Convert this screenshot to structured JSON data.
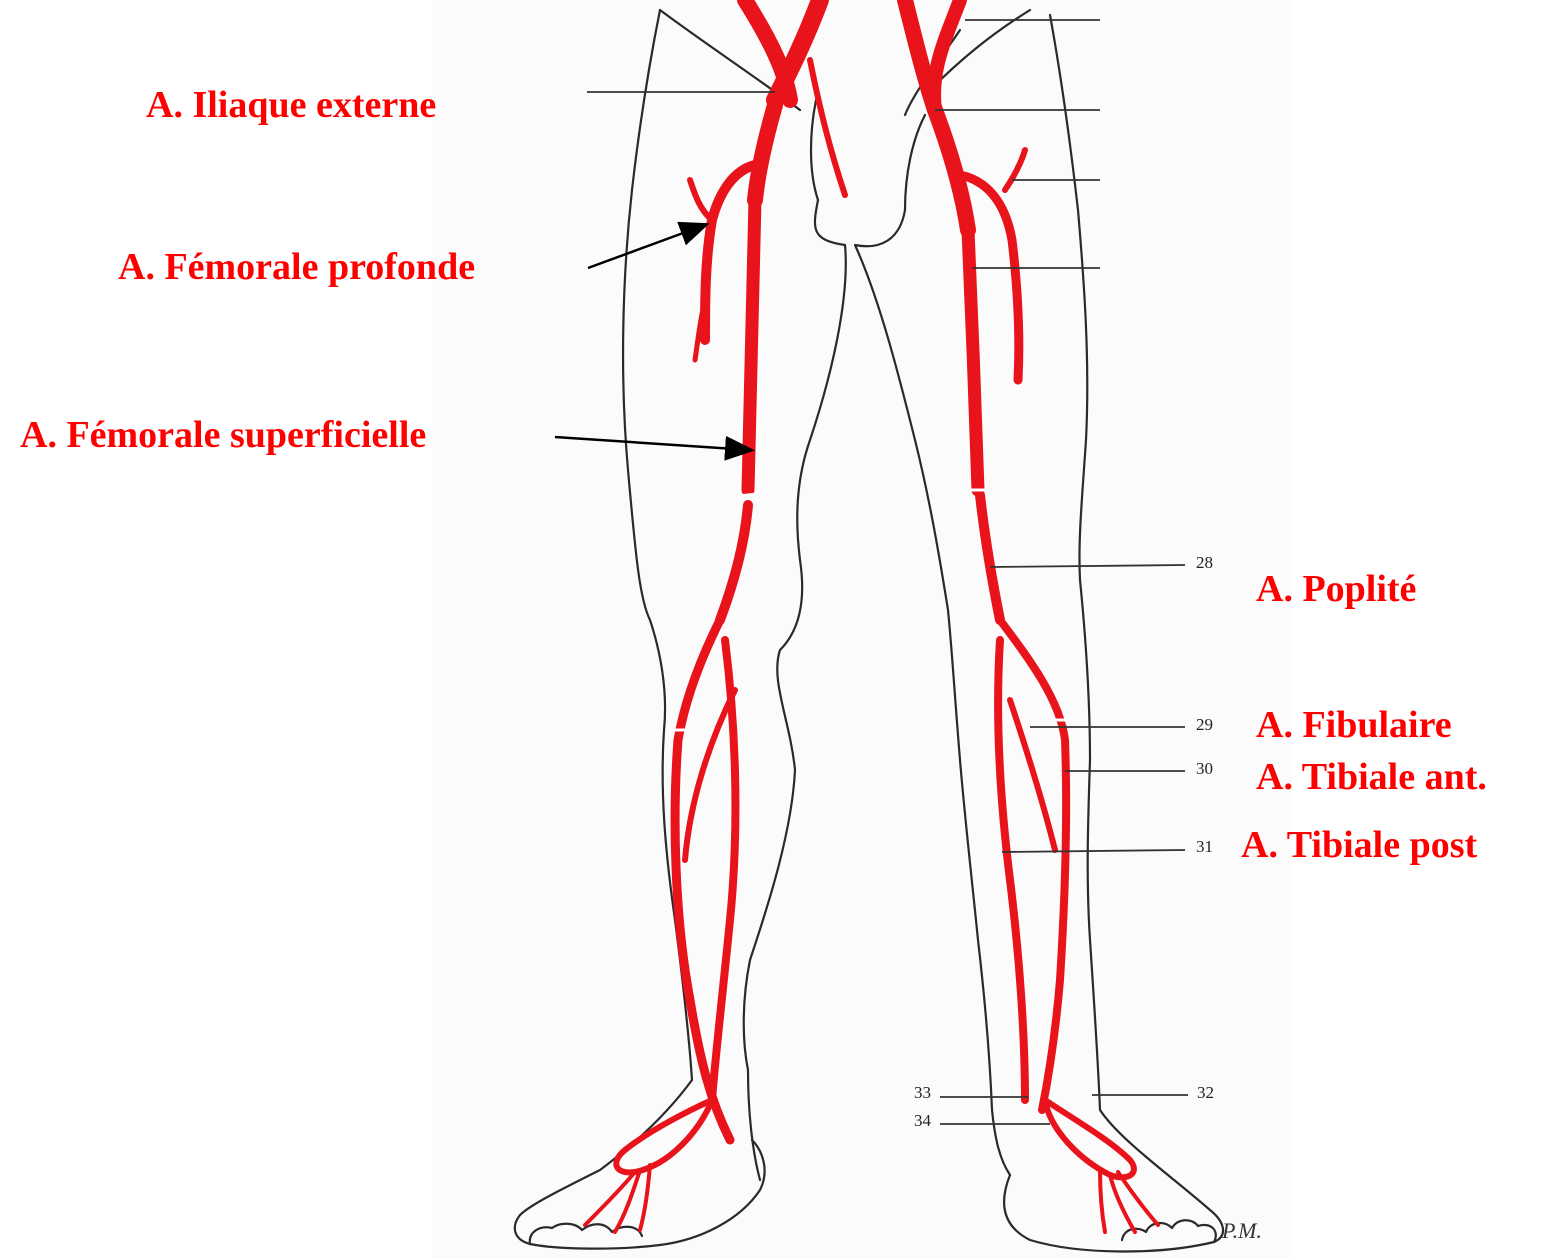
{
  "labels": {
    "iliaque_externe": "A. Iliaque externe",
    "femorale_profonde": "A. Fémorale profonde",
    "femorale_superficielle": "A. Fémorale superficielle",
    "poplite": "A. Poplité",
    "fibulaire": "A. Fibulaire",
    "tibiale_ant": "A. Tibiale ant.",
    "tibiale_post": "A. Tibiale post"
  },
  "numbers": {
    "n28": "28",
    "n29": "29",
    "n30": "30",
    "n31": "31",
    "n32": "32",
    "n33": "33",
    "n34": "34"
  },
  "signature": "P.M.",
  "colors": {
    "artery": "#e8131b",
    "label": "#ff0000",
    "outline": "#2a2a2a"
  }
}
